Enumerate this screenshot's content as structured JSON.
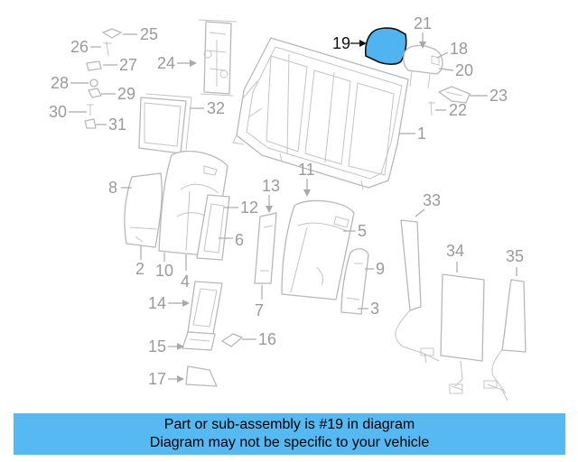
{
  "diagram": {
    "highlighted_part": "19",
    "callouts": [
      "1",
      "2",
      "3",
      "4",
      "5",
      "6",
      "7",
      "8",
      "9",
      "10",
      "11",
      "12",
      "13",
      "14",
      "15",
      "16",
      "17",
      "18",
      "19",
      "20",
      "21",
      "22",
      "23",
      "24",
      "25",
      "26",
      "27",
      "28",
      "29",
      "30",
      "31",
      "32",
      "33",
      "34",
      "35"
    ],
    "colors": {
      "highlight": "#4fb4f0",
      "banner": "#56b9f2",
      "parts": "#b8b8b8"
    }
  },
  "banner": {
    "line1": "Part or sub-assembly is #19 in diagram",
    "line2": "Diagram may not be specific to your vehicle"
  }
}
